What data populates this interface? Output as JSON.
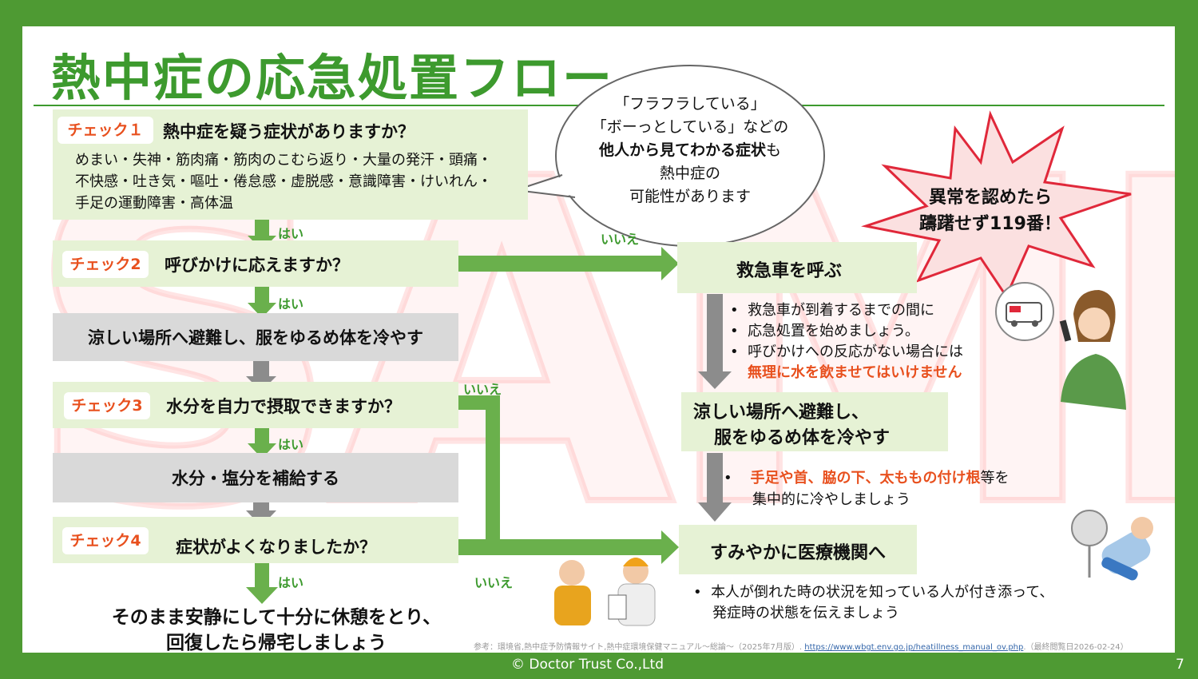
{
  "title": "熱中症の応急処置フロー",
  "watermark": "SAMPLE",
  "check1": {
    "tag": "チェック１",
    "question": "熱中症を疑う症状がありますか？",
    "symptoms": [
      "めまい・失神・筋肉痛・筋肉のこむら返り・大量の発汗・頭痛・",
      "不快感・吐き気・嘔吐・倦怠感・虚脱感・意識障害・けいれん・",
      "手足の運動障害・高体温"
    ]
  },
  "check2": {
    "tag": "チェック2",
    "question": "呼びかけに応えますか？"
  },
  "step_cool": "涼しい場所へ避難し、服をゆるめ体を冷やす",
  "check3": {
    "tag": "チェック3",
    "question": "水分を自力で摂取できますか？"
  },
  "step_water": "水分・塩分を補給する",
  "check4": {
    "tag": "チェック4",
    "question": "症状がよくなりましたか？"
  },
  "final": [
    "そのまま安静にして十分に休憩をとり、",
    "回復したら帰宅しましょう"
  ],
  "labels": {
    "yes": "はい",
    "no": "いいえ"
  },
  "speech": {
    "line1": "「フラフラしている」",
    "line2": "「ボーっとしている」などの",
    "line3_bold": "他人から見てわかる症状",
    "line3_tail": "も",
    "line4": "熱中症の",
    "line5": "可能性があります"
  },
  "burst": [
    "異常を認めたら",
    "躊躇せず119番！"
  ],
  "ambulance_box": "救急車を呼ぶ",
  "ambulance_notes": [
    "救急車が到着するまでの間に",
    "応急処置を始めましょう。",
    "呼びかけへの反応がない場合には"
  ],
  "ambulance_warning": "無理に水を飲ませてはいけません",
  "right_cool": [
    "涼しい場所へ避難し、",
    "服をゆるめ体を冷やす"
  ],
  "cool_note": {
    "highlight": "手足や首、脇の下、太ももの付け根",
    "tail": "等を",
    "line2": "集中的に冷やしましょう"
  },
  "hospital_box": "すみやかに医療機関へ",
  "hospital_note": [
    "本人が倒れた時の状況を知っている人が付き添って、",
    "発症時の状態を伝えましょう"
  ],
  "reference": {
    "prefix": "参考：環境省,熱中症予防情報サイト,熱中症環境保健マニュアル〜総論〜（2025年7月版）.",
    "url": "https://www.wbgt.env.go.jp/heatillness_manual_ov.php",
    "suffix": ".（最終閲覧日2026-02-24）"
  },
  "footer": {
    "copyright": "©  Doctor Trust Co.,Ltd",
    "page": "7"
  },
  "colors": {
    "green": "#3d9a2e",
    "light_green": "#e6f2d5",
    "gray": "#d9d9d9",
    "orange": "#e8501e",
    "burst_fill": "#fbe0e0",
    "burst_stroke": "#e0283a"
  }
}
